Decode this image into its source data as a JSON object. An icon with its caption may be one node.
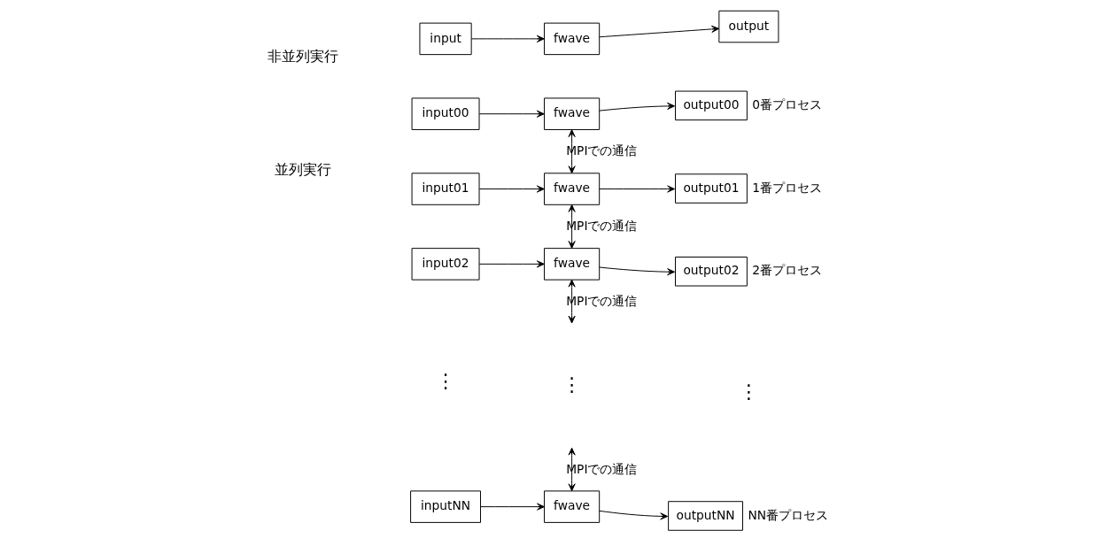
{
  "diagram": {
    "nodes": [
      {
        "text": [
          "input"
        ]
      },
      {
        "text": [
          "fwave"
        ]
      },
      {
        "text": [
          "output"
        ]
      },
      {
        "text": [
          "input00"
        ]
      },
      {
        "text": [
          "fwave"
        ]
      },
      {
        "text": [
          "output00"
        ],
        "beside": [
          "0番プロセス"
        ]
      },
      {
        "text": [
          "input01"
        ]
      },
      {
        "text": [
          "fwave"
        ]
      },
      {
        "text": [
          "output01"
        ],
        "beside": [
          "1番プロセス"
        ]
      },
      {
        "text": [
          "input02"
        ]
      },
      {
        "text": [
          "fwave"
        ]
      },
      {
        "text": [
          "output02"
        ],
        "beside": [
          "2番プロセス"
        ]
      },
      {
        "text": [
          "inputNN"
        ]
      },
      {
        "text": [
          "fwave"
        ]
      },
      {
        "text": [
          "outputNN"
        ],
        "beside": [
          "NN番プロセス"
        ]
      }
    ],
    "edges": [
      {
        "from": 0,
        "to": 1,
        "arrow": "to"
      },
      {
        "from": 1,
        "to": 2,
        "arrow": "to"
      },
      {
        "from": 3,
        "to": 4,
        "arrow": "to"
      },
      {
        "from": 4,
        "to": 5,
        "arrow": "to"
      },
      {
        "from": 4,
        "to": 7,
        "arrow": "both",
        "label": "MPIでの通信"
      },
      {
        "from": 6,
        "to": 7,
        "arrow": "to"
      },
      {
        "from": 7,
        "to": 8,
        "arrow": "to"
      },
      {
        "from": 7,
        "to": 10,
        "arrow": "both",
        "label": "MPIでの通信"
      },
      {
        "from": 9,
        "to": 10,
        "arrow": "to"
      },
      {
        "from": 10,
        "to": 11,
        "arrow": "to"
      },
      {
        "from": 10,
        "to": null,
        "arrow": "both",
        "label": "MPIでの通信"
      },
      {
        "from": null,
        "to": 13,
        "arrow": "both",
        "label": "MPIでの通信"
      },
      {
        "from": 12,
        "to": 13,
        "arrow": "to"
      },
      {
        "from": 13,
        "to": 14,
        "arrow": "to"
      }
    ],
    "labels": [
      "非並列実行",
      "並列実行",
      "⋮",
      "⋮",
      "⋮"
    ]
  }
}
